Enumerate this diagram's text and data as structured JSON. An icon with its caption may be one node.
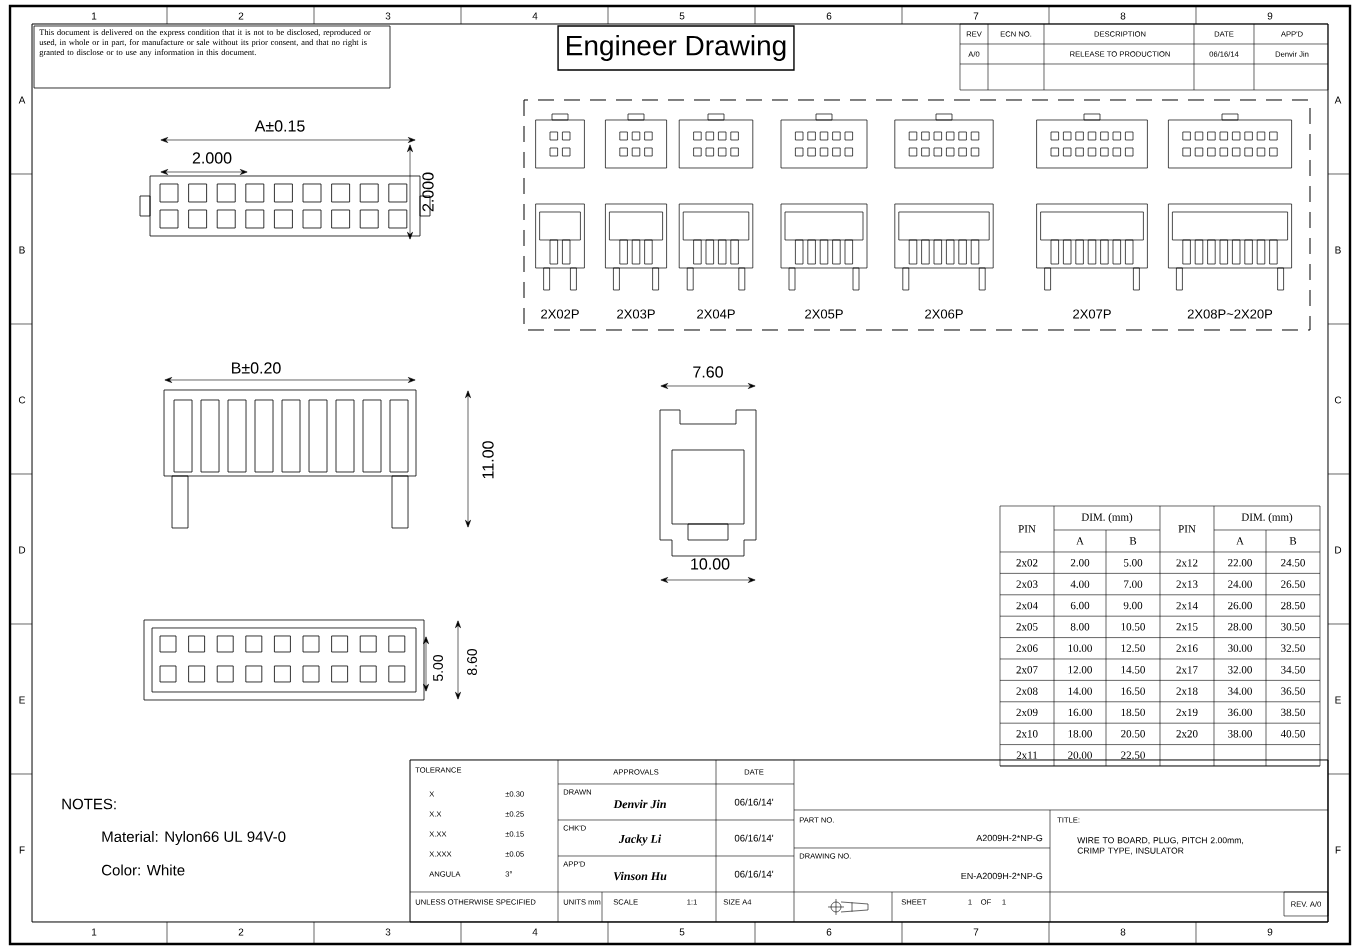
{
  "diagram": {
    "title": "Engineer Drawing",
    "labels": [
      "1",
      "2",
      "3",
      "4",
      "5",
      "6",
      "7",
      "8",
      "9",
      "This document is delivered on the express condition that it is not to be disclosed, reproduced or used, in whole or in part, for manufacture or sale without its prior consent, and that no right is granted to disclose or to use any information in this document.",
      "REV",
      "ECN NO.",
      "DESCRIPTION",
      "DATE",
      "APP'D",
      "A/0",
      "RELEASE TO PRODUCTION",
      "06/16/14",
      "Denvir Jin",
      "A±0.15",
      "2.000",
      "2.000",
      "2X02P",
      "2X03P",
      "2X04P",
      "2X05P",
      "2X06P",
      "2X07P",
      "2X08P~2X20P",
      "B±0.20",
      "7.60",
      "11.00",
      "10.00",
      "PIN",
      "DIM. (mm)",
      "PIN",
      "DIM. (mm)",
      "A",
      "B",
      "A",
      "B",
      "2x02",
      "2.00",
      "5.00",
      "2x12",
      "22.00",
      "24.50",
      "2x03",
      "4.00",
      "7.00",
      "2x13",
      "24.00",
      "26.50",
      "2x04",
      "6.00",
      "9.00",
      "2x14",
      "26.00",
      "28.50",
      "2x05",
      "8.00",
      "10.50",
      "2x15",
      "28.00",
      "30.50",
      "2x06",
      "10.00",
      "12.50",
      "2x16",
      "30.00",
      "32.50",
      "2x07",
      "12.00",
      "14.50",
      "2x17",
      "32.00",
      "34.50",
      "2x08",
      "14.00",
      "16.50",
      "2x18",
      "34.00",
      "36.50",
      "2x09",
      "16.00",
      "18.50",
      "2x19",
      "36.00",
      "38.50",
      "2x10",
      "18.00",
      "20.50",
      "2x20",
      "38.00",
      "40.50",
      "2x11",
      "20.00",
      "22.50",
      "5.00",
      "8.60",
      "NOTES:",
      "Material: Nylon66 UL 94V-0",
      "Color: White",
      "TOLERANCE",
      "X",
      "±0.30",
      "X.X",
      "±0.25",
      "X.XX",
      "±0.15",
      "X.XXX",
      "±0.05",
      "ANGULA",
      "3°",
      "UNLESS OTHERWISE SPECIFIED",
      "APPROVALS",
      "DATE",
      "DRAWN",
      "Denvir Jin",
      "06/16/14'",
      "CHK'D",
      "Jacky Li",
      "06/16/14'",
      "APP'D",
      "Vinson Hu",
      "06/16/14'",
      "UNITS mm",
      "SCALE",
      "1:1",
      "SIZE A4",
      "PART NO.",
      "A2009H-2*NP-G",
      "DRAWING NO.",
      "EN-A2009H-2*NP-G",
      "SHEET",
      "1",
      "OF",
      "1",
      "TITLE:",
      "WIRE TO BOARD, PLUG, PITCH 2.00mm, CRIMP TYPE, INSULATOR",
      "REV. A/0",
      "1",
      "2",
      "3",
      "4",
      "5",
      "6",
      "7",
      "8",
      "9",
      "A",
      "B",
      "C",
      "D",
      "E",
      "F",
      "A",
      "B",
      "C",
      "D",
      "E",
      "F"
    ]
  }
}
